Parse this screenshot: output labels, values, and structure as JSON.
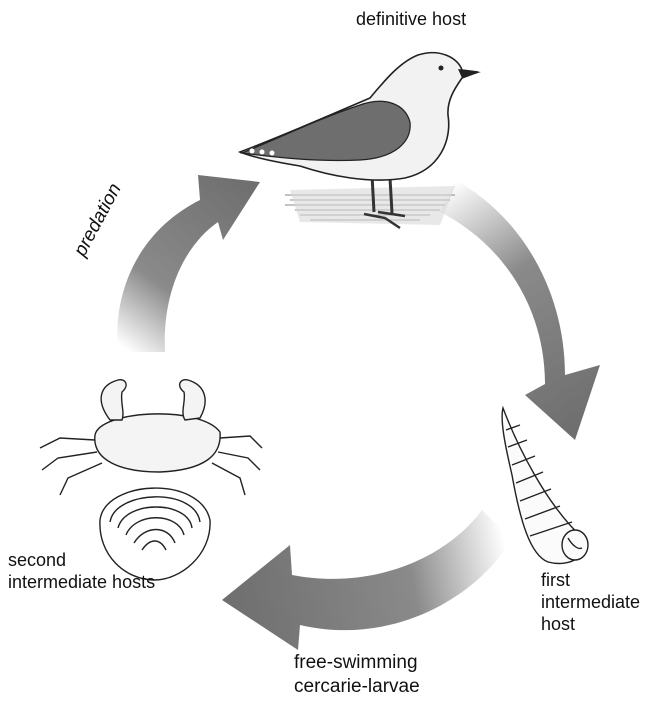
{
  "diagram": {
    "labels": {
      "definitive_host": "definitive host",
      "first_intermediate_host": "first\nintermediate\nhost",
      "second_intermediate_hosts": "second\nintermediate hosts",
      "free_swimming": "free-swimming\ncercarie-larvae",
      "predation": "predation"
    },
    "hosts": [
      {
        "role": "definitive host",
        "organism": "gull"
      },
      {
        "role": "first intermediate host",
        "organism": "snail"
      },
      {
        "role": "second intermediate hosts",
        "organism": "crab and clam"
      }
    ],
    "colors": {
      "arrow_dark": "#777777",
      "arrow_light": "#ffffff",
      "drawing_ink": "#222222",
      "bird_wing": "#6e6e6e"
    }
  }
}
